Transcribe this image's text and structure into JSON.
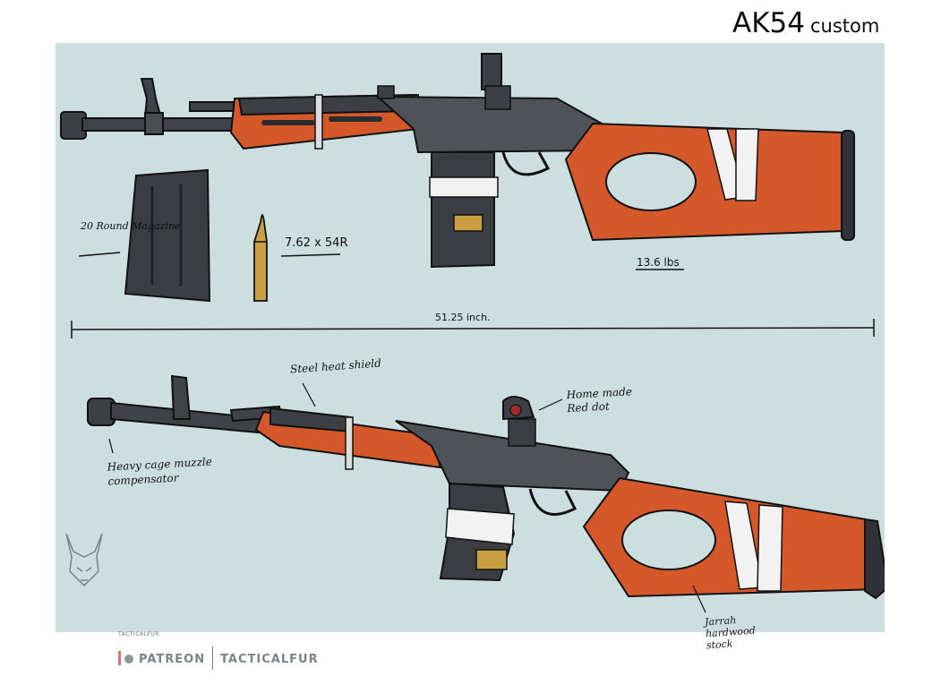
{
  "title": {
    "model": "AK54",
    "suffix": "custom"
  },
  "labels": {
    "magazine": "20 Round Magazine",
    "caliber": "7.62 x 54R",
    "weight": "13.6 lbs",
    "length": "51.25 inch.",
    "heat_shield": "Steel heat shield",
    "red_dot": "Home made Red dot",
    "muzzle": "Heavy cage muzzle compensator",
    "stock": "Jarrah hardwood stock"
  },
  "branding": {
    "logo_text": "TACTICALFUR",
    "patreon": "PATREON",
    "handle": "TACTICALFUR"
  },
  "colors": {
    "background": "#cddedf",
    "wood": "#d4582a",
    "metal": "#4a4d52",
    "tape": "#f2f2f2",
    "brass": "#c9a040"
  }
}
